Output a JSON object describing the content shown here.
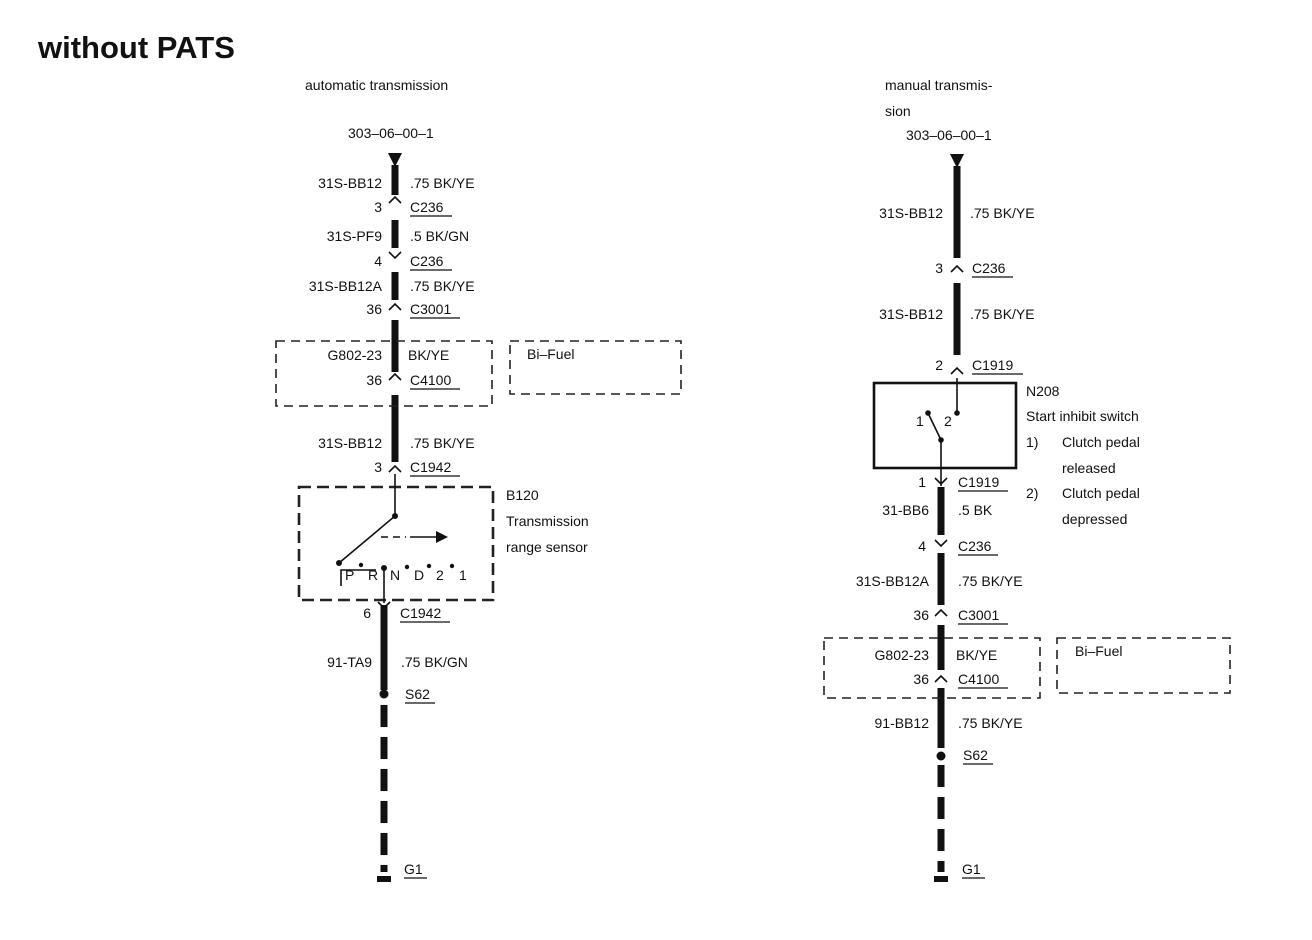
{
  "title": "without PATS",
  "auto": {
    "heading": "automatic transmission",
    "ref": "303–06–00–1",
    "w1_circuit": "31S-BB12",
    "w1_spec": ".75 BK/YE",
    "c1_pin": "3",
    "c1_name": "C236",
    "w2_circuit": "31S-PF9",
    "w2_spec": ".5 BK/GN",
    "c2_pin": "4",
    "c2_name": "C236",
    "w3_circuit": "31S-BB12A",
    "w3_spec": ".75 BK/YE",
    "c3_pin": "36",
    "c3_name": "C3001",
    "bf_circuit": "G802-23",
    "bf_spec": "BK/YE",
    "c4_pin": "36",
    "c4_name": "C4100",
    "bifuel": "Bi–Fuel",
    "w5_circuit": "31S-BB12",
    "w5_spec": ".75 BK/YE",
    "c5_pin": "3",
    "c5_name": "C1942",
    "sensor_id": "B120",
    "sensor_name_1": "Transmission",
    "sensor_name_2": "range sensor",
    "gears": [
      "P",
      "R",
      "N",
      "D",
      "2",
      "1"
    ],
    "c6_pin": "6",
    "c6_name": "C1942",
    "w6_circuit": "91-TA9",
    "w6_spec": ".75 BK/GN",
    "splice": "S62",
    "ground": "G1"
  },
  "manual": {
    "heading_1": "manual transmis-",
    "heading_2": "sion",
    "ref": "303–06–00–1",
    "w1_circuit": "31S-BB12",
    "w1_spec": ".75 BK/YE",
    "c1_pin": "3",
    "c1_name": "C236",
    "w2_circuit": "31S-BB12",
    "w2_spec": ".75 BK/YE",
    "c2_pin": "2",
    "c2_name": "C1919",
    "switch_id": "N208",
    "switch_name": "Start inhibit switch",
    "switch_pin_1": "1",
    "switch_pin_2": "2",
    "note1_num": "1)",
    "note1_a": "Clutch pedal",
    "note1_b": "released",
    "note2_num": "2)",
    "note2_a": "Clutch pedal",
    "note2_b": "depressed",
    "c3_pin": "1",
    "c3_name": "C1919",
    "w3_circuit": "31-BB6",
    "w3_spec": ".5 BK",
    "c4_pin": "4",
    "c4_name": "C236",
    "w4_circuit": "31S-BB12A",
    "w4_spec": ".75 BK/YE",
    "c5_pin": "36",
    "c5_name": "C3001",
    "bf_circuit": "G802-23",
    "bf_spec": "BK/YE",
    "c6_pin": "36",
    "c6_name": "C4100",
    "bifuel": "Bi–Fuel",
    "w7_circuit": "91-BB12",
    "w7_spec": ".75 BK/YE",
    "splice": "S62",
    "ground": "G1"
  }
}
